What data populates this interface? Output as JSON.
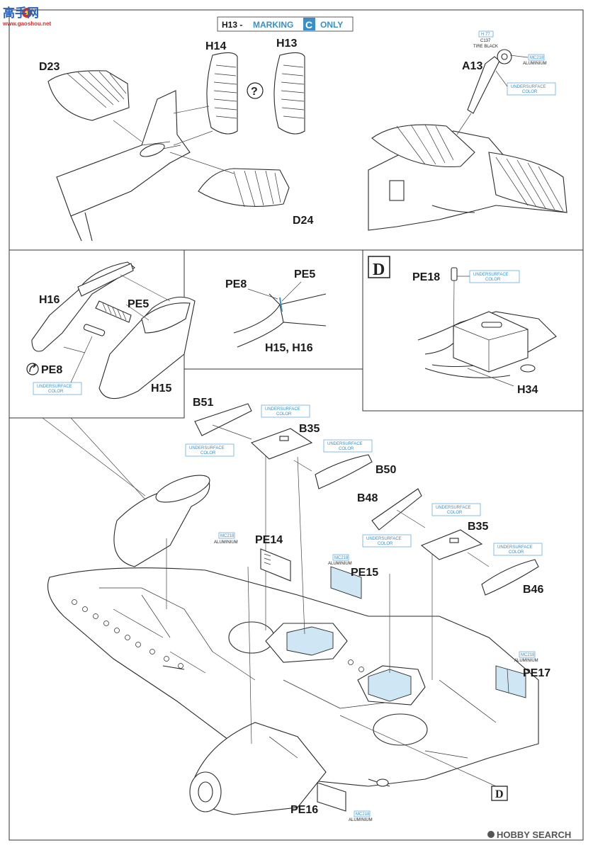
{
  "watermark": {
    "logo_text": "高手网",
    "url": "www.gaoshou.net"
  },
  "step_header": {
    "prefix": "H13 -",
    "marking_word": "MARKING",
    "marking_letter": "C",
    "suffix": "ONLY"
  },
  "question_mark": "?",
  "section_d_letter": "D",
  "callout_letter": "D",
  "labels": {
    "D23": "D23",
    "H14": "H14",
    "H13": "H13",
    "A13": "A13",
    "D24": "D24",
    "H16": "H16",
    "PE5a": "PE5",
    "PE8a": "PE8",
    "H15": "H15",
    "PE8b": "PE8",
    "PE5b": "PE5",
    "H15H16": "H15, H16",
    "PE18": "PE18",
    "H34": "H34",
    "B51": "B51",
    "B35a": "B35",
    "B50": "B50",
    "B48": "B48",
    "B35b": "B35",
    "B46": "B46",
    "PE14": "PE14",
    "PE15": "PE15",
    "PE17": "PE17",
    "PE16": "PE16"
  },
  "paint": {
    "h77_code": "H 77",
    "c137_code": "C137",
    "tire_black": "TIRE BLACK",
    "mc218": "MC218",
    "aluminium": "ALUMINIUM",
    "undersurface": "UNDERSURFACE",
    "color": "COLOR"
  },
  "footer": {
    "brand": "HOBBY SEARCH"
  },
  "colors": {
    "accent_blue": "#3a8fc8",
    "part_blue": "#cfe6f5",
    "line": "#2a2a2a"
  }
}
